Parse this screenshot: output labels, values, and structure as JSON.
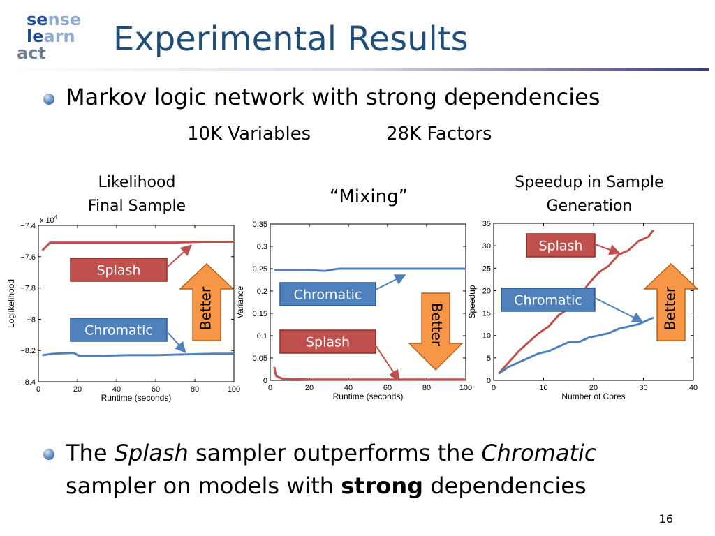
{
  "logo": {
    "line1_a": "se",
    "line1_b": "nse",
    "line2_a": "le",
    "line2_b": "arn",
    "line3_a": "act"
  },
  "slide": {
    "title": "Experimental Results",
    "bullet1": "Markov logic network with strong dependencies",
    "variables": "10K Variables",
    "factors": "28K Factors",
    "bullet2_parts": {
      "p1": "The ",
      "p2": "Splash",
      "p3": " sampler outperforms the ",
      "p4": "Chromatic",
      "p5": "sampler on models with ",
      "p6": "strong",
      "p7": " dependencies"
    },
    "page_number": "16"
  },
  "colors": {
    "title": "#1f4e79",
    "splash": "#c0504d",
    "chromatic": "#4f81bd",
    "better": "#f79646"
  },
  "chart_data": [
    {
      "type": "line",
      "caption_line1": "Likelihood",
      "caption_line2": "Final Sample",
      "xlabel": "Runtime (seconds)",
      "ylabel": "Loglikelihood",
      "y_multiplier": "x 10",
      "y_multiplier_exp": "4",
      "xlim": [
        0,
        100
      ],
      "ylim": [
        -8.4,
        -7.4
      ],
      "xticks": [
        0,
        20,
        40,
        60,
        80,
        100
      ],
      "yticks": [
        -8.4,
        -8.2,
        -8,
        -7.8,
        -7.6,
        -7.4
      ],
      "ytick_labels": [
        "−8.4",
        "−8.2",
        "−8",
        "−7.8",
        "−7.6",
        "−7.4"
      ],
      "series": [
        {
          "name": "Splash",
          "x": [
            2,
            6,
            15,
            30,
            50,
            70,
            85,
            100
          ],
          "y": [
            -7.56,
            -7.51,
            -7.51,
            -7.51,
            -7.51,
            -7.51,
            -7.505,
            -7.505
          ]
        },
        {
          "name": "Chromatic",
          "x": [
            2,
            8,
            18,
            21,
            30,
            45,
            60,
            75,
            90,
            100
          ],
          "y": [
            -8.23,
            -8.22,
            -8.215,
            -8.235,
            -8.235,
            -8.23,
            -8.23,
            -8.225,
            -8.22,
            -8.22
          ]
        }
      ],
      "labels": {
        "splash": "Splash",
        "chromatic": "Chromatic",
        "better": "Better"
      }
    },
    {
      "type": "line",
      "caption": "“Mixing”",
      "xlabel": "Runtime (seconds)",
      "ylabel": "Variance",
      "xlim": [
        0,
        100
      ],
      "ylim": [
        0,
        0.35
      ],
      "xticks": [
        0,
        20,
        40,
        60,
        80,
        100
      ],
      "yticks": [
        0,
        0.05,
        0.1,
        0.15,
        0.2,
        0.25,
        0.3,
        0.35
      ],
      "ytick_labels": [
        "0",
        "0.05",
        "0.1",
        "0.15",
        "0.2",
        "0.25",
        "0.3",
        "0.35"
      ],
      "series": [
        {
          "name": "Chromatic",
          "x": [
            2,
            10,
            20,
            28,
            35,
            50,
            70,
            100
          ],
          "y": [
            0.247,
            0.247,
            0.247,
            0.245,
            0.25,
            0.25,
            0.25,
            0.25
          ]
        },
        {
          "name": "Splash",
          "x": [
            2,
            3,
            6,
            10,
            20,
            40,
            60,
            80,
            100
          ],
          "y": [
            0.03,
            0.01,
            0.004,
            0.003,
            0.002,
            0.002,
            0.002,
            0.002,
            0.002
          ]
        }
      ],
      "labels": {
        "splash": "Splash",
        "chromatic": "Chromatic",
        "better": "Better"
      }
    },
    {
      "type": "line",
      "caption_line1": "Speedup in Sample",
      "caption_line2": "Generation",
      "xlabel": "Number of Cores",
      "ylabel": "Speedup",
      "xlim": [
        0,
        40
      ],
      "ylim": [
        0,
        35
      ],
      "xticks": [
        0,
        10,
        20,
        30,
        40
      ],
      "yticks": [
        0,
        5,
        10,
        15,
        20,
        25,
        30,
        35
      ],
      "ytick_labels": [
        "0",
        "5",
        "10",
        "15",
        "20",
        "25",
        "30",
        "35"
      ],
      "series": [
        {
          "name": "Splash",
          "x": [
            1,
            3,
            5,
            7,
            9,
            11,
            13,
            15,
            17,
            19,
            21,
            23,
            25,
            27,
            29,
            31,
            32
          ],
          "y": [
            1.5,
            4,
            6.5,
            8.5,
            10.5,
            12,
            14.5,
            16,
            18.5,
            21.5,
            24,
            25.5,
            28,
            29,
            31,
            32,
            33.5
          ]
        },
        {
          "name": "Chromatic",
          "x": [
            1,
            3,
            5,
            7,
            9,
            11,
            13,
            15,
            17,
            19,
            21,
            23,
            25,
            27,
            29,
            31,
            32
          ],
          "y": [
            1.5,
            3,
            4,
            5,
            6,
            6.5,
            7.5,
            8.5,
            8.5,
            9.5,
            10,
            10.5,
            11.5,
            12,
            12.5,
            13.5,
            14
          ]
        }
      ],
      "labels": {
        "splash": "Splash",
        "chromatic": "Chromatic",
        "better": "Better"
      }
    }
  ]
}
